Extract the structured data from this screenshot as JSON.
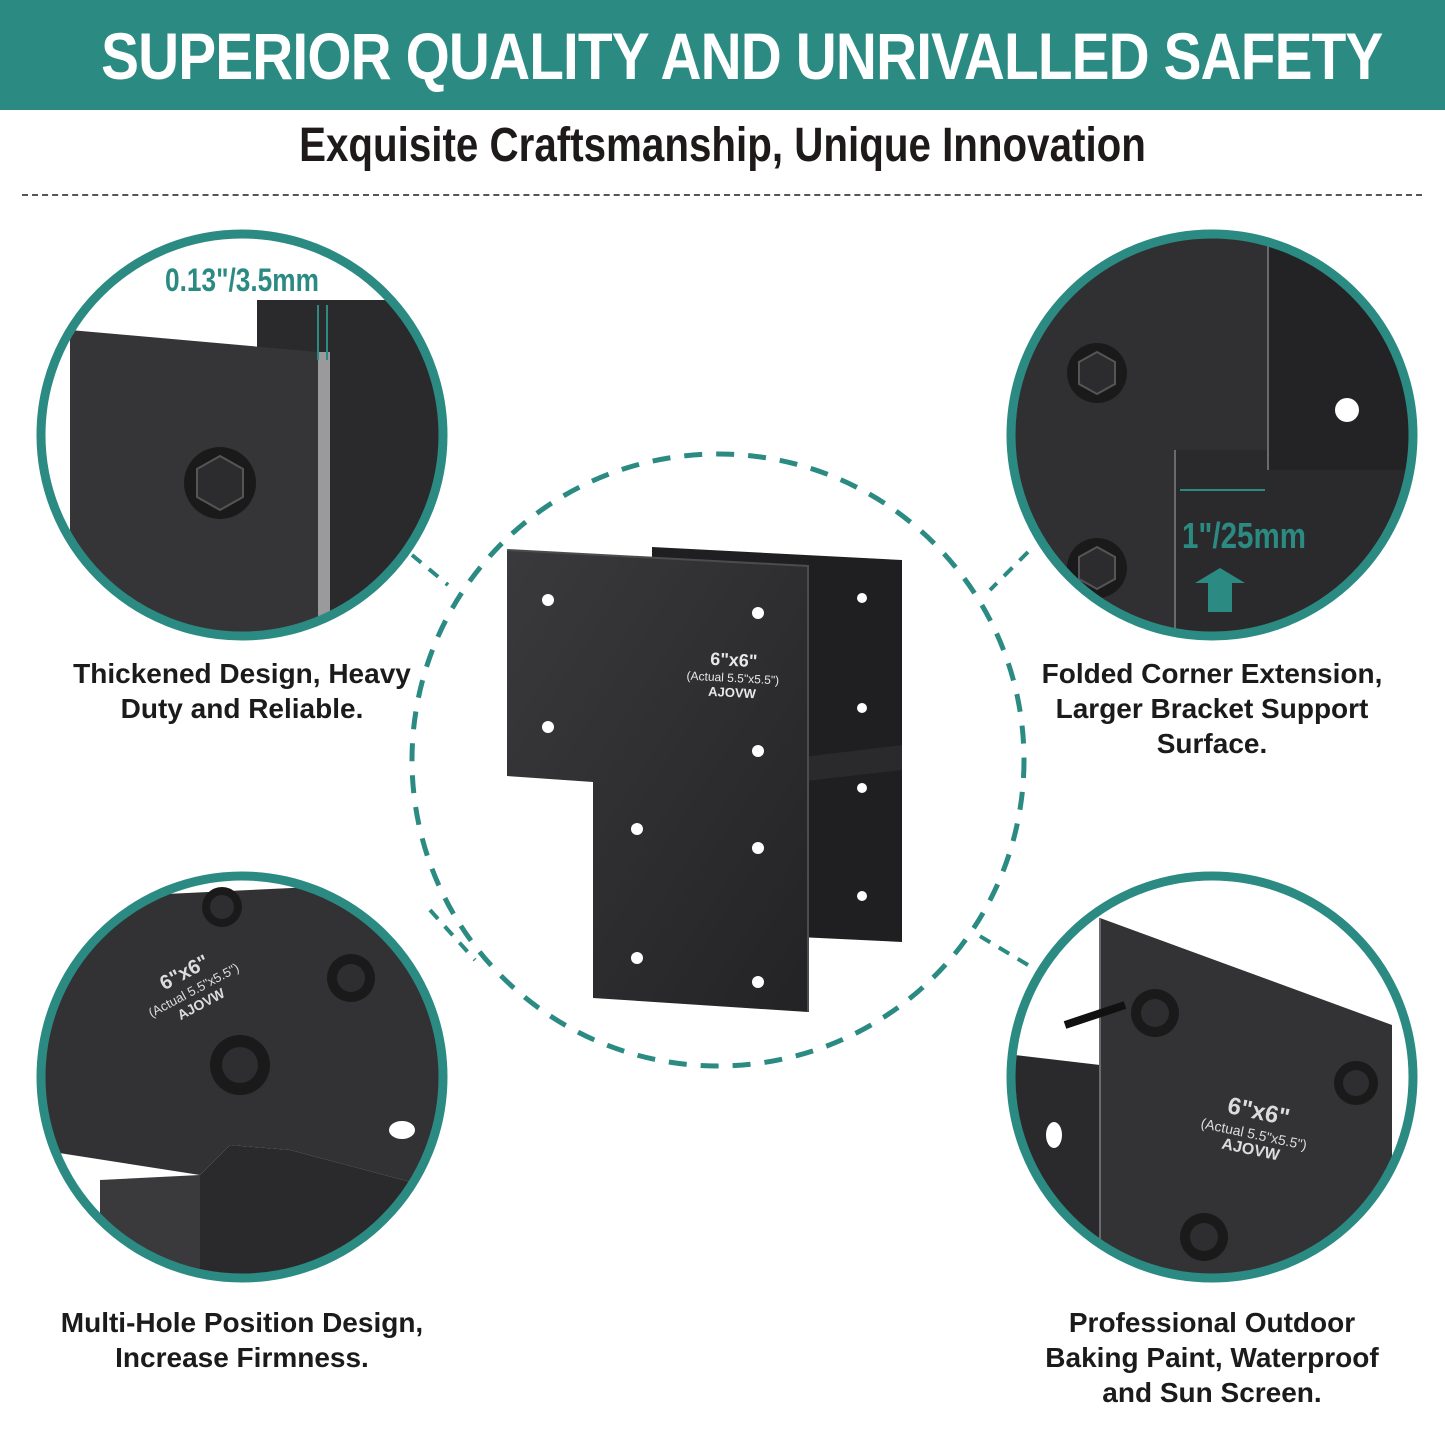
{
  "banner": {
    "title": "SUPERIOR QUALITY AND UNRIVALLED SAFETY"
  },
  "subtitle": "Exquisite Craftsmanship, Unique Innovation",
  "colors": {
    "accent": "#2b8b83",
    "steel": "#2f2f31",
    "text": "#1b1b1b"
  },
  "bracket_label": {
    "size": "6\"x6\"",
    "actual": "(Actual 5.5\"x5.5\")",
    "brand": "AJOVW"
  },
  "features": [
    {
      "id": "thickness",
      "measure": "0.13\"/3.5mm",
      "lines": [
        "Thickened Design, Heavy",
        "Duty and Reliable."
      ]
    },
    {
      "id": "corner",
      "measure": "1\"/25mm",
      "lines": [
        "Folded Corner Extension,",
        "Larger Bracket Support",
        "Surface."
      ]
    },
    {
      "id": "holes",
      "lines": [
        "Multi-Hole Position Design,",
        "Increase Firmness."
      ]
    },
    {
      "id": "paint",
      "lines": [
        "Professional Outdoor",
        "Baking Paint, Waterproof",
        "and Sun Screen."
      ]
    }
  ]
}
